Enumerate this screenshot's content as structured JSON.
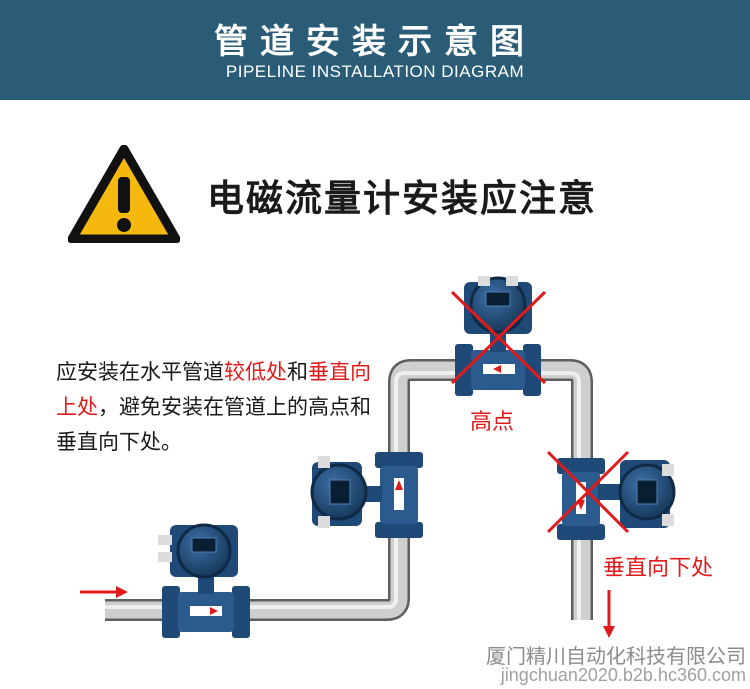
{
  "header": {
    "title_cn": "管道安装示意图",
    "title_en": "PIPELINE INSTALLATION DIAGRAM"
  },
  "warning": {
    "icon": "warning-triangle-icon",
    "title": "电磁流量计安装应注意"
  },
  "note": {
    "part1": "应安装在水平管道",
    "highlight1": "较低处",
    "part2": "和",
    "highlight2": "垂直向上处",
    "part3": "，避免安装在管道上的高点和垂直向下处。"
  },
  "labels": {
    "high_point": "高点",
    "vertical_down": "垂直向下处"
  },
  "footer": {
    "company": "厦门精川自动化科技有限公司",
    "watermark": "jingchuan2020.b2b.hc360.com"
  },
  "colors": {
    "header_bg": "#2a5c78",
    "accent_red": "#e01b1b",
    "meter_blue": "#1f4a78",
    "warning_yellow": "#f5b80f"
  }
}
